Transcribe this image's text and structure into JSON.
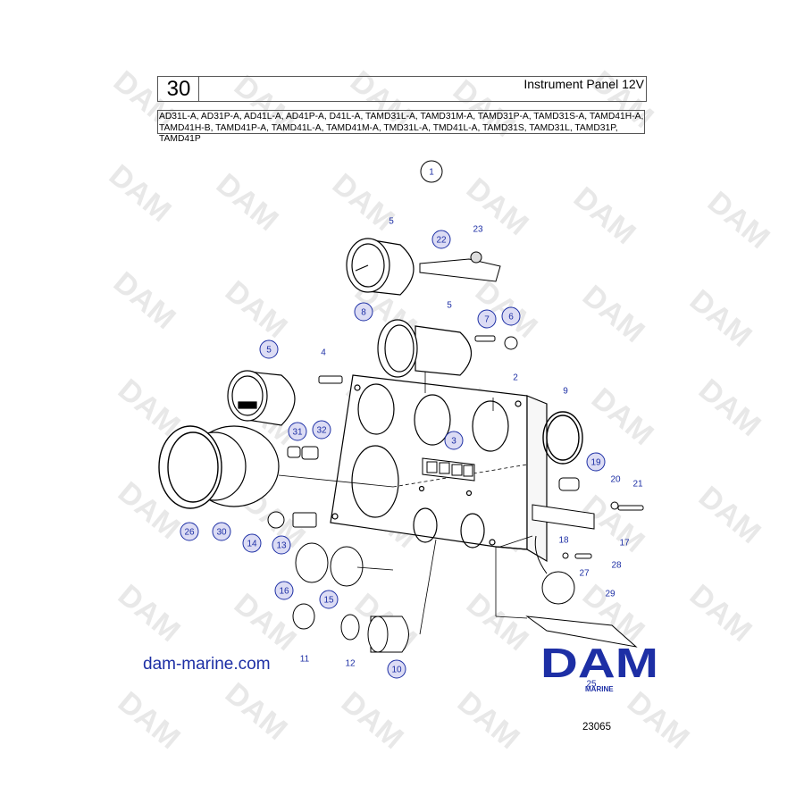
{
  "header": {
    "section_number": "30",
    "title": "Instrument Panel 12V",
    "models": "AD31L-A, AD31P-A, AD41L-A, AD41P-A, D41L-A, TAMD31L-A, TAMD31M-A, TAMD31P-A, TAMD31S-A, TAMD41H-A, TAMD41H-B, TAMD41P-A, TAMD41L-A, TAMD41M-A, TMD31L-A, TMD41L-A, TAMD31S, TAMD31L, TAMD31P, TAMD41P"
  },
  "watermark": "DAM",
  "logo": {
    "main": "DAM",
    "sub": "MARINE"
  },
  "footer": {
    "website": "dam-marine.com",
    "drawing_number": "23065"
  },
  "callouts": [
    {
      "label": "1",
      "circled": true
    },
    {
      "label": "2",
      "circled": false
    },
    {
      "label": "3",
      "circled": true
    },
    {
      "label": "4",
      "circled": false
    },
    {
      "label": "5",
      "circled": false
    },
    {
      "label": "5",
      "circled": false
    },
    {
      "label": "5",
      "circled": true
    },
    {
      "label": "6",
      "circled": true
    },
    {
      "label": "7",
      "circled": true
    },
    {
      "label": "8",
      "circled": true
    },
    {
      "label": "9",
      "circled": false
    },
    {
      "label": "10",
      "circled": true
    },
    {
      "label": "11",
      "circled": false
    },
    {
      "label": "12",
      "circled": false
    },
    {
      "label": "13",
      "circled": true
    },
    {
      "label": "14",
      "circled": true
    },
    {
      "label": "15",
      "circled": true
    },
    {
      "label": "16",
      "circled": true
    },
    {
      "label": "17",
      "circled": false
    },
    {
      "label": "18",
      "circled": false
    },
    {
      "label": "19",
      "circled": true
    },
    {
      "label": "20",
      "circled": false
    },
    {
      "label": "21",
      "circled": false
    },
    {
      "label": "22",
      "circled": true
    },
    {
      "label": "23",
      "circled": false
    },
    {
      "label": "25",
      "circled": false
    },
    {
      "label": "26",
      "circled": true
    },
    {
      "label": "27",
      "circled": false
    },
    {
      "label": "28",
      "circled": false
    },
    {
      "label": "29",
      "circled": false
    },
    {
      "label": "30",
      "circled": true
    },
    {
      "label": "31",
      "circled": true
    },
    {
      "label": "32",
      "circled": true
    }
  ]
}
